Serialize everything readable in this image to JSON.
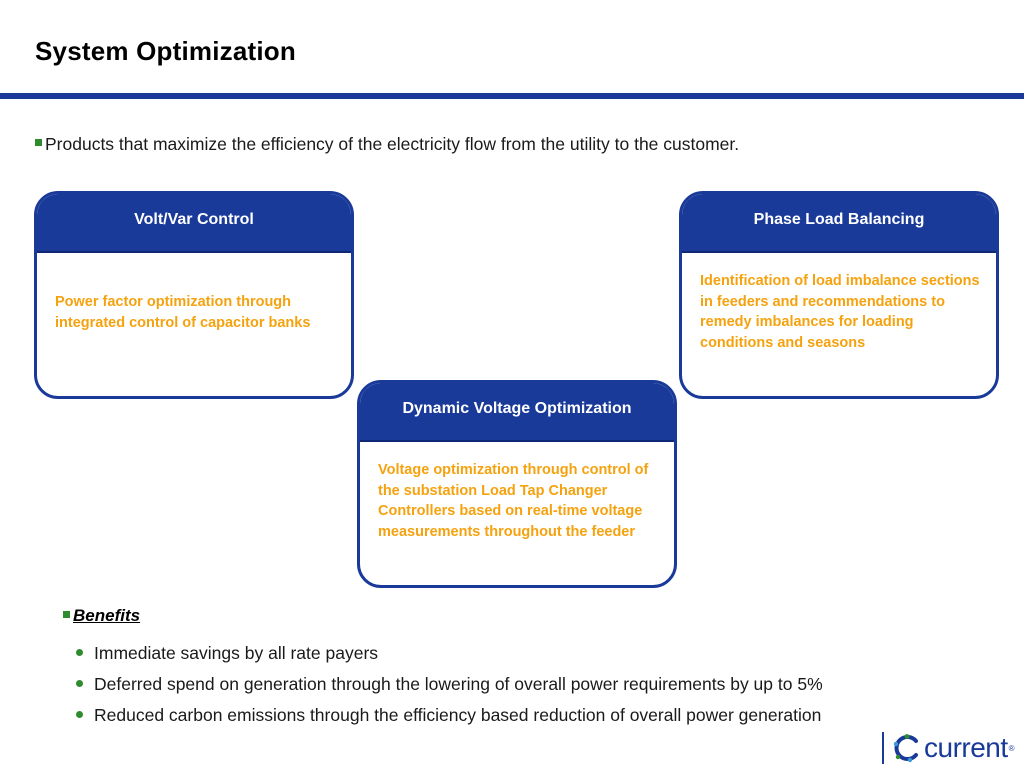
{
  "header": {
    "title": "System Optimization"
  },
  "intro": {
    "text": "Products that maximize the efficiency of the electricity flow from the utility to the customer."
  },
  "cards": [
    {
      "title": "Volt/Var Control",
      "body": "Power factor optimization through integrated control of capacitor banks"
    },
    {
      "title": "Phase Load Balancing",
      "body": "Identification of load imbalance sections in feeders and recommendations to remedy imbalances for loading conditions and seasons"
    },
    {
      "title": "Dynamic Voltage Optimization",
      "body": "Voltage optimization through control of the substation Load Tap Changer Controllers  based on real-time voltage measurements throughout the feeder"
    }
  ],
  "benefits": {
    "heading": "Benefits",
    "items": [
      "Immediate savings by all rate payers",
      "Deferred spend on generation through the lowering of overall power requirements by up to 5%",
      "Reduced carbon emissions through the efficiency based reduction of overall power generation"
    ]
  },
  "logo": {
    "text": "current",
    "mark": "®"
  },
  "colors": {
    "brand_blue": "#1a3a99",
    "accent_orange": "#f5a20f",
    "bullet_green": "#2e8b2e"
  }
}
